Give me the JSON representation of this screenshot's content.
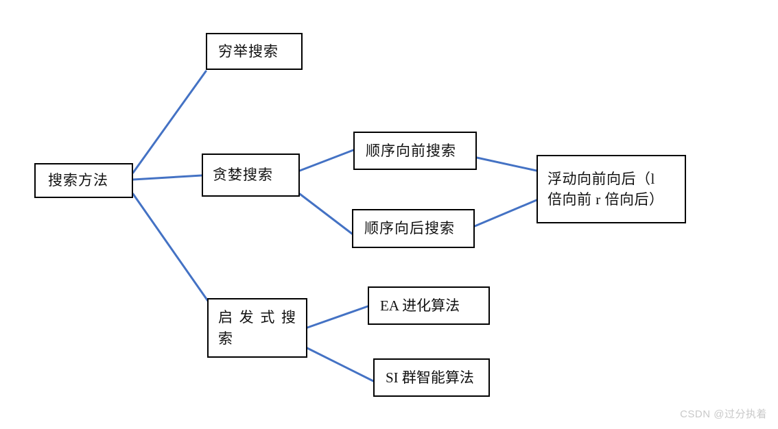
{
  "diagram": {
    "type": "tree",
    "edge_color": "#4472C4",
    "node_border_color": "#000000",
    "background": "#ffffff",
    "nodes": {
      "root": {
        "label": "搜索方法"
      },
      "exhaustive": {
        "label": "穷举搜索"
      },
      "greedy": {
        "label": "贪婪搜索"
      },
      "heuristic": {
        "line1": "启发式搜",
        "line2": "索"
      },
      "sequential_forward": {
        "label": "顺序向前搜索"
      },
      "sequential_backward": {
        "label": "顺序向后搜索"
      },
      "floating": {
        "line1": "浮动向前向后（l",
        "line2": "倍向前 r 倍向后）"
      },
      "ea": {
        "label": "EA 进化算法"
      },
      "si": {
        "label": "SI 群智能算法"
      }
    },
    "edges": [
      {
        "from": "root",
        "to": "exhaustive"
      },
      {
        "from": "root",
        "to": "greedy"
      },
      {
        "from": "root",
        "to": "heuristic"
      },
      {
        "from": "greedy",
        "to": "sequential_forward"
      },
      {
        "from": "greedy",
        "to": "sequential_backward"
      },
      {
        "from": "sequential_forward",
        "to": "floating"
      },
      {
        "from": "sequential_backward",
        "to": "floating"
      },
      {
        "from": "heuristic",
        "to": "ea"
      },
      {
        "from": "heuristic",
        "to": "si"
      }
    ]
  },
  "watermark": {
    "text": "CSDN @过分执着"
  }
}
